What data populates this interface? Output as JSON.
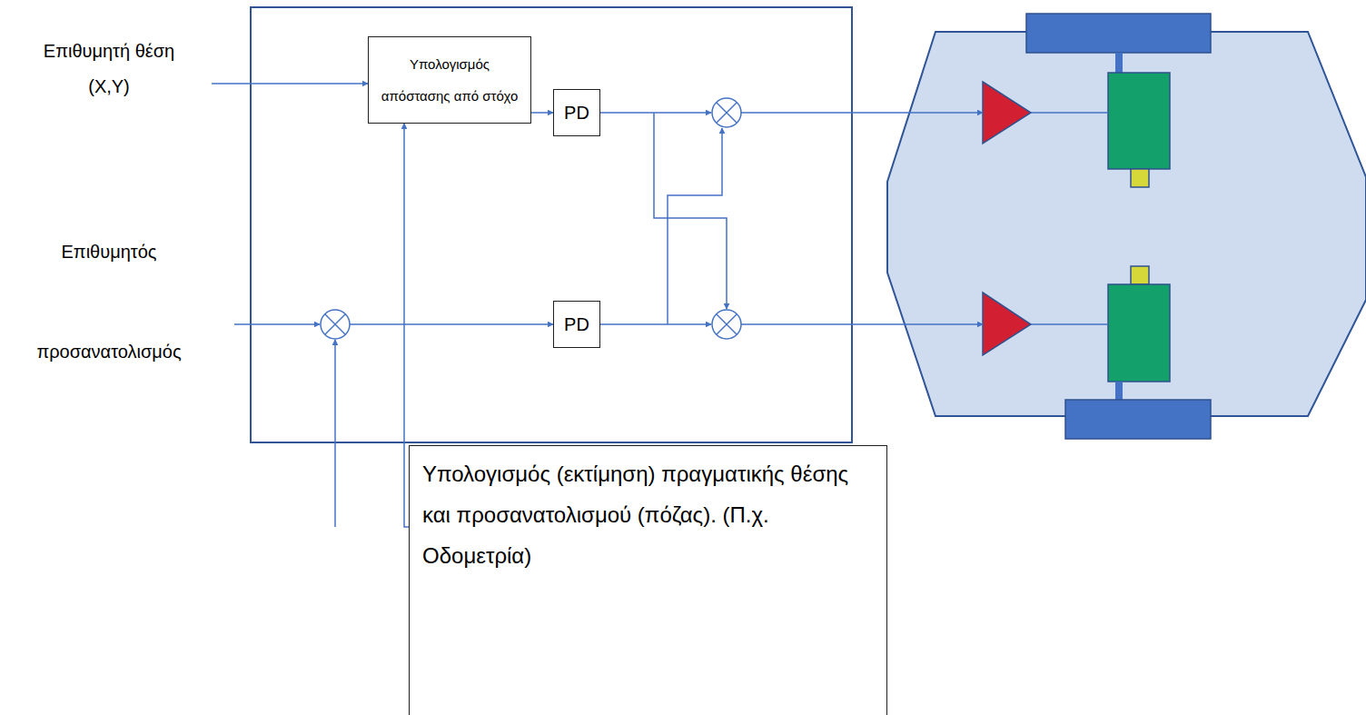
{
  "diagram": {
    "nodes": [
      {
        "text": [
          "Υπολογισμός απόστασης από στόχο"
        ]
      },
      {
        "text": [
          "PD"
        ]
      },
      {
        "text": [
          "PD"
        ]
      },
      {
        "text": [
          "Υπολογισμός (εκτίμηση) πραγματικής θέσης και προσανατολισμού (πόζας). (Π.χ. Οδομετρία)"
        ]
      }
    ],
    "edges": [
      {
        "from": 0,
        "to": 1,
        "arrow": "to"
      },
      {
        "from": 3,
        "to": 0,
        "arrow": "to"
      }
    ],
    "labels": [
      "Επιθυμητή θέση (X,Y)",
      "Επιθυμητός προσανατολισμός"
    ]
  }
}
